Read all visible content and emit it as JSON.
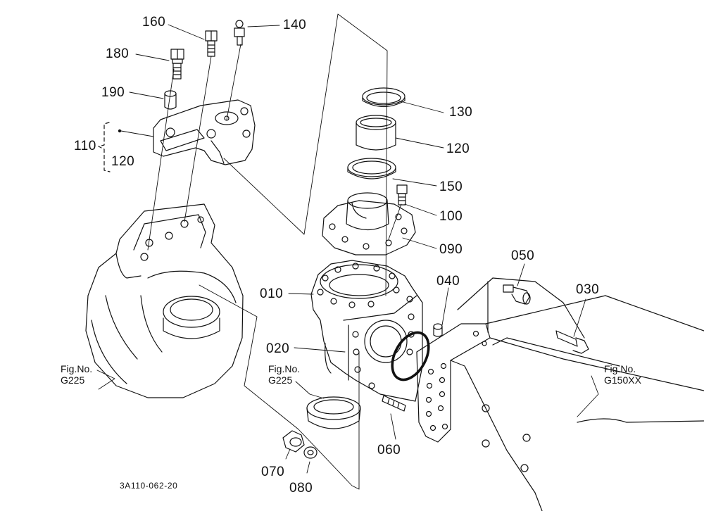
{
  "diagram_code": "3A110-062-20",
  "parts": {
    "p160": "160",
    "p140": "140",
    "p180": "180",
    "p190": "190",
    "p110": "110",
    "p120a": "120",
    "p130": "130",
    "p120b": "120",
    "p150": "150",
    "p100": "100",
    "p090": "090",
    "p050": "050",
    "p030": "030",
    "p010": "010",
    "p040": "040",
    "p020": "020",
    "p060": "060",
    "p070": "070",
    "p080": "080"
  },
  "figrefs": {
    "left": {
      "label": "Fig.No.",
      "code": "G225"
    },
    "center": {
      "label": "Fig.No.",
      "code": "G225"
    },
    "right": {
      "label": "Fig.No.",
      "code": "G150XX"
    }
  }
}
